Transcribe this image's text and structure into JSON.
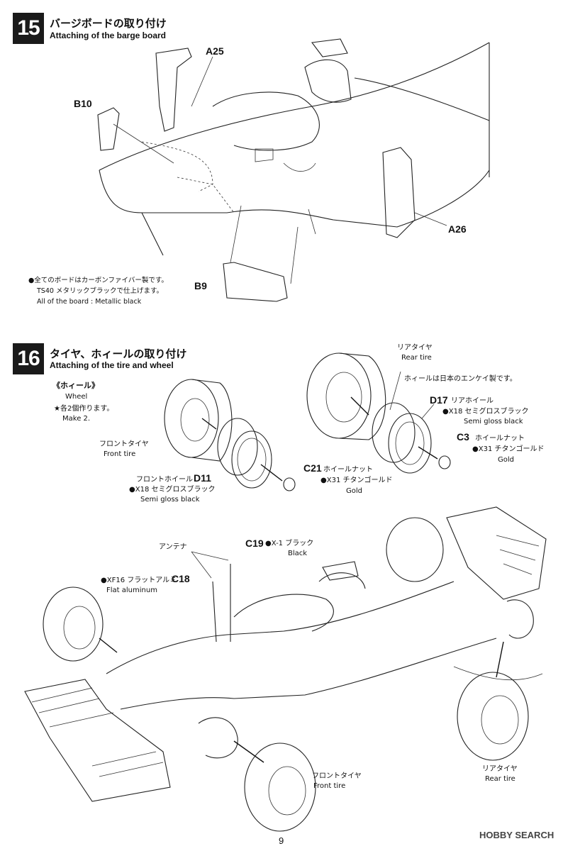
{
  "step15": {
    "number": "15",
    "title_jp": "バージボードの取り付け",
    "title_en": "Attaching of the barge board",
    "parts": {
      "a25": "A25",
      "b10": "B10",
      "a26": "A26",
      "b9": "B9"
    },
    "note_line1": "●全てのボードはカーボンファイバー製です。",
    "note_line2": "TS40 メタリックブラックで仕上げます。",
    "note_line3": "All of the board : Metallic black"
  },
  "step16": {
    "number": "16",
    "title_jp": "タイヤ、ホィールの取り付け",
    "title_en": "Attaching of the tire and wheel",
    "wheel_jp": "《ホィール》",
    "wheel_en": "Wheel",
    "make_jp": "★各2個作ります。",
    "make_en": "Make 2.",
    "front_tire_jp": "フロントタイヤ",
    "front_tire_en": "Front tire",
    "front_wheel_jp": "フロントホイール",
    "front_wheel_part": "D11",
    "x18_jp": "●X18 セミグロスブラック",
    "semi_gloss": "Semi gloss black",
    "c21": "C21",
    "wheel_nut_jp": "ホイールナット",
    "x31_jp": "●X31 チタンゴールド",
    "gold": "Gold",
    "rear_tire_jp": "リアタイヤ",
    "rear_tire_en": "Rear tire",
    "enkei_jp": "ホィールは日本のエンケイ製です。",
    "d17": "D17",
    "rear_wheel_jp": "リアホイール",
    "c3": "C3",
    "antenna_jp": "アンテナ",
    "c19": "C19",
    "x1_jp": "●X-1 ブラック",
    "black_en": "Black",
    "xf16_jp": "●XF16 フラットアルミ",
    "c18": "C18",
    "flat_alu": "Flat aluminum"
  },
  "footer": {
    "page_number": "9",
    "watermark": "HOBBY SEARCH"
  }
}
